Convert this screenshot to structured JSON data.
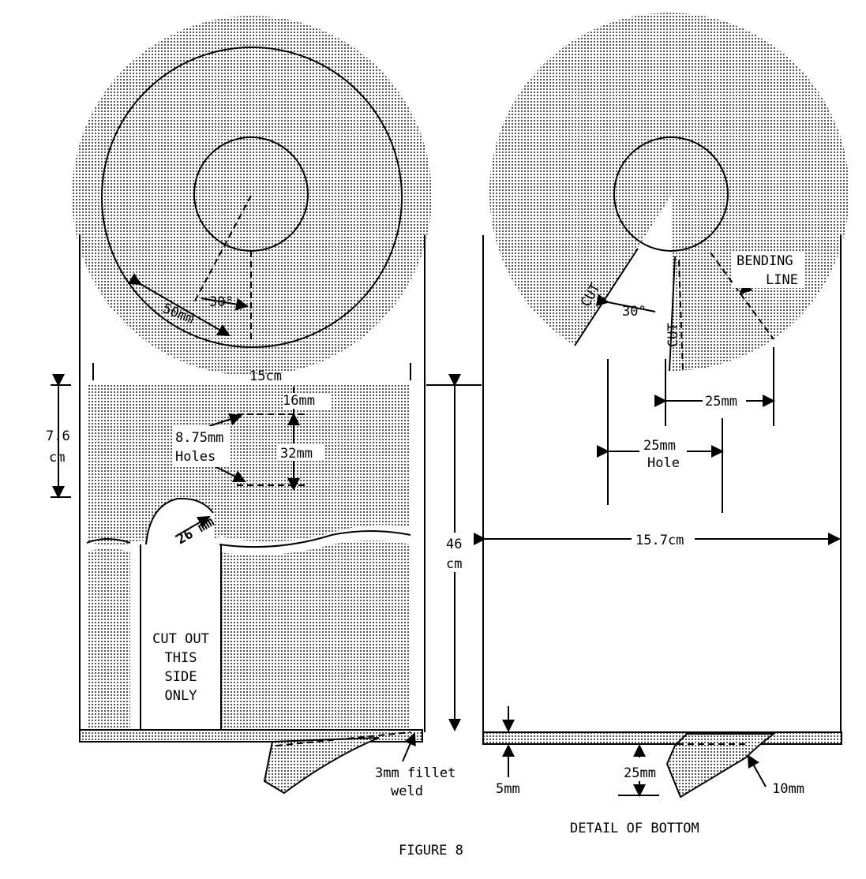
{
  "figure_title": "FIGURE 8",
  "left_drawing": {
    "angle_label": "30°",
    "radius_label": "50mm",
    "width_label": "15cm",
    "panel_height_label_line1": "7.6",
    "panel_height_label_line2": "cm",
    "hole_offset_label": "16mm",
    "hole_spacing_label": "32mm",
    "holes_label_line1": "8.75mm",
    "holes_label_line2": "Holes",
    "arch_label": "26 mm",
    "cutout_label": [
      "CUT OUT",
      "THIS",
      "SIDE",
      "ONLY"
    ],
    "height_label_line1": "46",
    "height_label_line2": "cm",
    "weld_label_line1": "3mm fillet",
    "weld_label_line2": "weld"
  },
  "right_drawing": {
    "cut_label_1": "CUT",
    "cut_label_2": "CUT",
    "angle_label": "30°",
    "bending_label_line1": "BENDING",
    "bending_label_line2": "LINE",
    "offset_label": "25mm",
    "hole_label_line1": "25mm",
    "hole_label_line2": "Hole",
    "width_label": "15.7cm",
    "thickness_label": "5mm",
    "depth_label": "25mm",
    "lip_label": "10mm",
    "caption": "DETAIL OF BOTTOM"
  }
}
